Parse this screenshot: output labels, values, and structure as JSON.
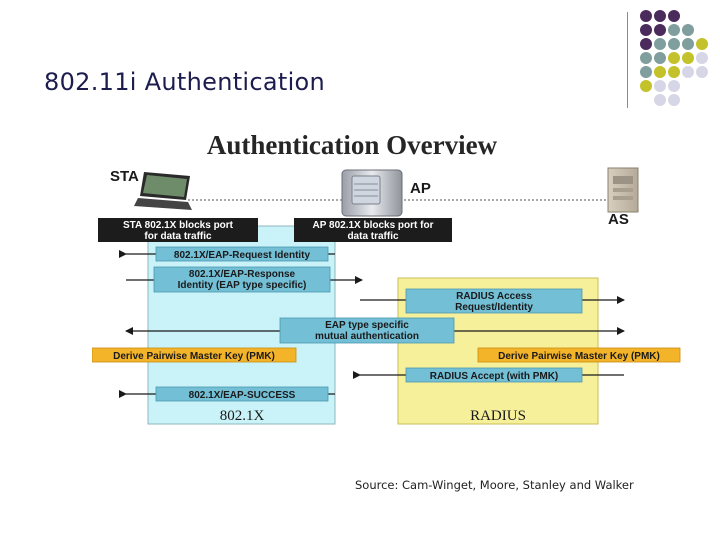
{
  "slide": {
    "title": "802.11i Authentication",
    "source": "Source: Cam-Winget, Moore, Stanley and Walker"
  },
  "decor": {
    "colors": [
      "#4b2a5c",
      "#7f9e9d",
      "#c3c22a",
      "#d7d6e6"
    ]
  },
  "diagram": {
    "title": "Authentication Overview",
    "entities": {
      "sta": "STA",
      "ap": "AP",
      "as": "AS"
    },
    "sta_block": [
      "STA 802.1X blocks port",
      "for data traffic"
    ],
    "ap_block": [
      "AP 802.1X blocks port for",
      "data traffic"
    ],
    "msg_request_identity": "802.1X/EAP-Request Identity",
    "msg_response_identity": [
      "802.1X/EAP-Response",
      "Identity (EAP type specific)"
    ],
    "msg_radius_access": [
      "RADIUS Access",
      "Request/Identity"
    ],
    "msg_eap_mutual": [
      "EAP type specific",
      "mutual authentication"
    ],
    "msg_derive_pmk_left": "Derive Pairwise Master Key (PMK)",
    "msg_derive_pmk_right": "Derive Pairwise Master Key (PMK)",
    "msg_radius_accept": "RADIUS Accept (with PMK)",
    "msg_eap_success": "802.1X/EAP-SUCCESS",
    "zone_8021x": "802.1X",
    "zone_radius": "RADIUS",
    "colors": {
      "zone_8021x": "#c9f3f8",
      "zone_radius": "#f7f09b",
      "msg_box": "#73bfd6",
      "pmk_box": "#f4b42a",
      "block_box": "#1c1c1c",
      "title_color": "#262626"
    }
  }
}
